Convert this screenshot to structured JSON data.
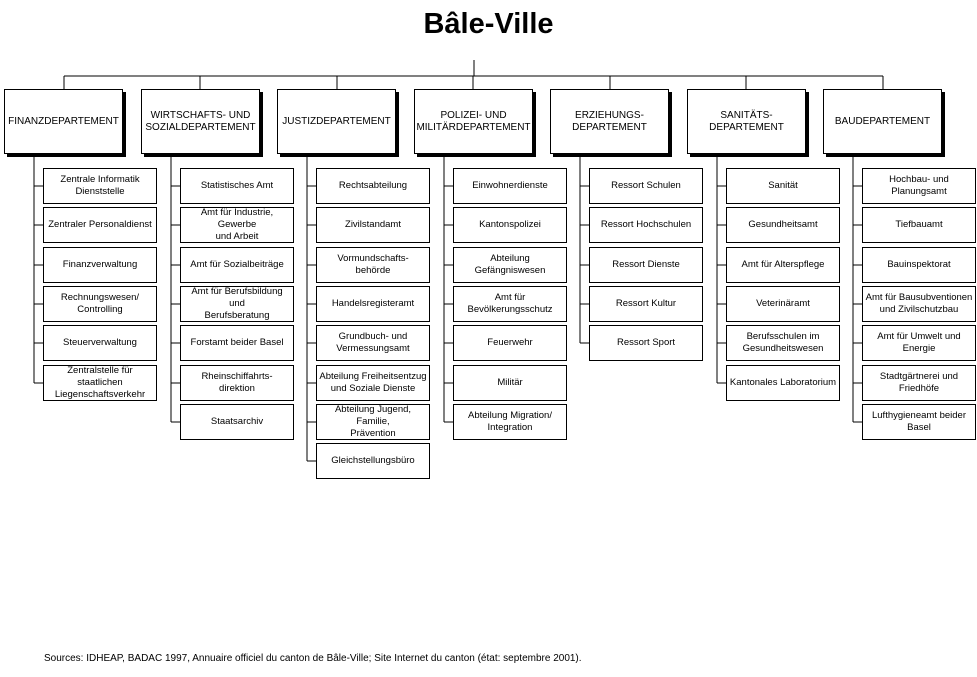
{
  "title": "Bâle-Ville",
  "source": "Sources: IDHEAP, BADAC 1997,  Annuaire officiel du canton de Bâle-Ville; Site Internet du canton (état: septembre 2001).",
  "departments": [
    {
      "name": "FINANZDEPARTEMENT",
      "units": [
        "Zentrale Informatik\nDienststelle",
        "Zentraler Personaldienst",
        "Finanzverwaltung",
        "Rechnungswesen/\nControlling",
        "Steuerverwaltung",
        "Zentralstelle für staatlichen\nLiegenschaftsverkehr"
      ]
    },
    {
      "name": "WIRTSCHAFTS- UND\nSOZIALDEPARTEMENT",
      "units": [
        "Statistisches Amt",
        "Amt für Industrie, Gewerbe\nund Arbeit",
        "Amt für Sozialbeiträge",
        "Amt für Berufsbildung und\nBerufsberatung",
        "Forstamt beider Basel",
        "Rheinschiffahrts-\ndirektion",
        "Staatsarchiv"
      ]
    },
    {
      "name": "JUSTIZDEPARTEMENT",
      "units": [
        "Rechtsabteilung",
        "Zivilstandamt",
        "Vormundschafts-\nbehörde",
        "Handelsregisteramt",
        "Grundbuch- und\nVermessungsamt",
        "Abteilung Freiheitsentzug\nund Soziale Dienste",
        "Abteilung Jugend, Familie,\nPrävention",
        "Gleichstellungsbüro"
      ]
    },
    {
      "name": "POLIZEI- UND\nMILITÄRDEPARTEMENT",
      "units": [
        "Einwohnerdienste",
        "Kantonspolizei",
        "Abteilung Gefängniswesen",
        "Amt für\nBevölkerungsschutz",
        "Feuerwehr",
        "Militär",
        "Abteilung Migration/\nIntegration"
      ]
    },
    {
      "name": "ERZIEHUNGS-\nDEPARTEMENT",
      "units": [
        "Ressort Schulen",
        "Ressort Hochschulen",
        "Ressort Dienste",
        "Ressort Kultur",
        "Ressort Sport"
      ]
    },
    {
      "name": "SANITÄTS-\nDEPARTEMENT",
      "units": [
        "Sanität",
        "Gesundheitsamt",
        "Amt für Alterspflege",
        "Veterinäramt",
        "Berufsschulen im\nGesundheitswesen",
        "Kantonales Laboratorium"
      ]
    },
    {
      "name": "BAUDEPARTEMENT",
      "units": [
        "Hochbau- und\nPlanungsamt",
        "Tiefbauamt",
        "Bauinspektorat",
        "Amt für Bausubventionen\nund Zivilschutzbau",
        "Amt für Umwelt und\nEnergie",
        "Stadtgärtnerei und\nFriedhöfe",
        "Lufthygieneamt beider\nBasel"
      ]
    }
  ]
}
